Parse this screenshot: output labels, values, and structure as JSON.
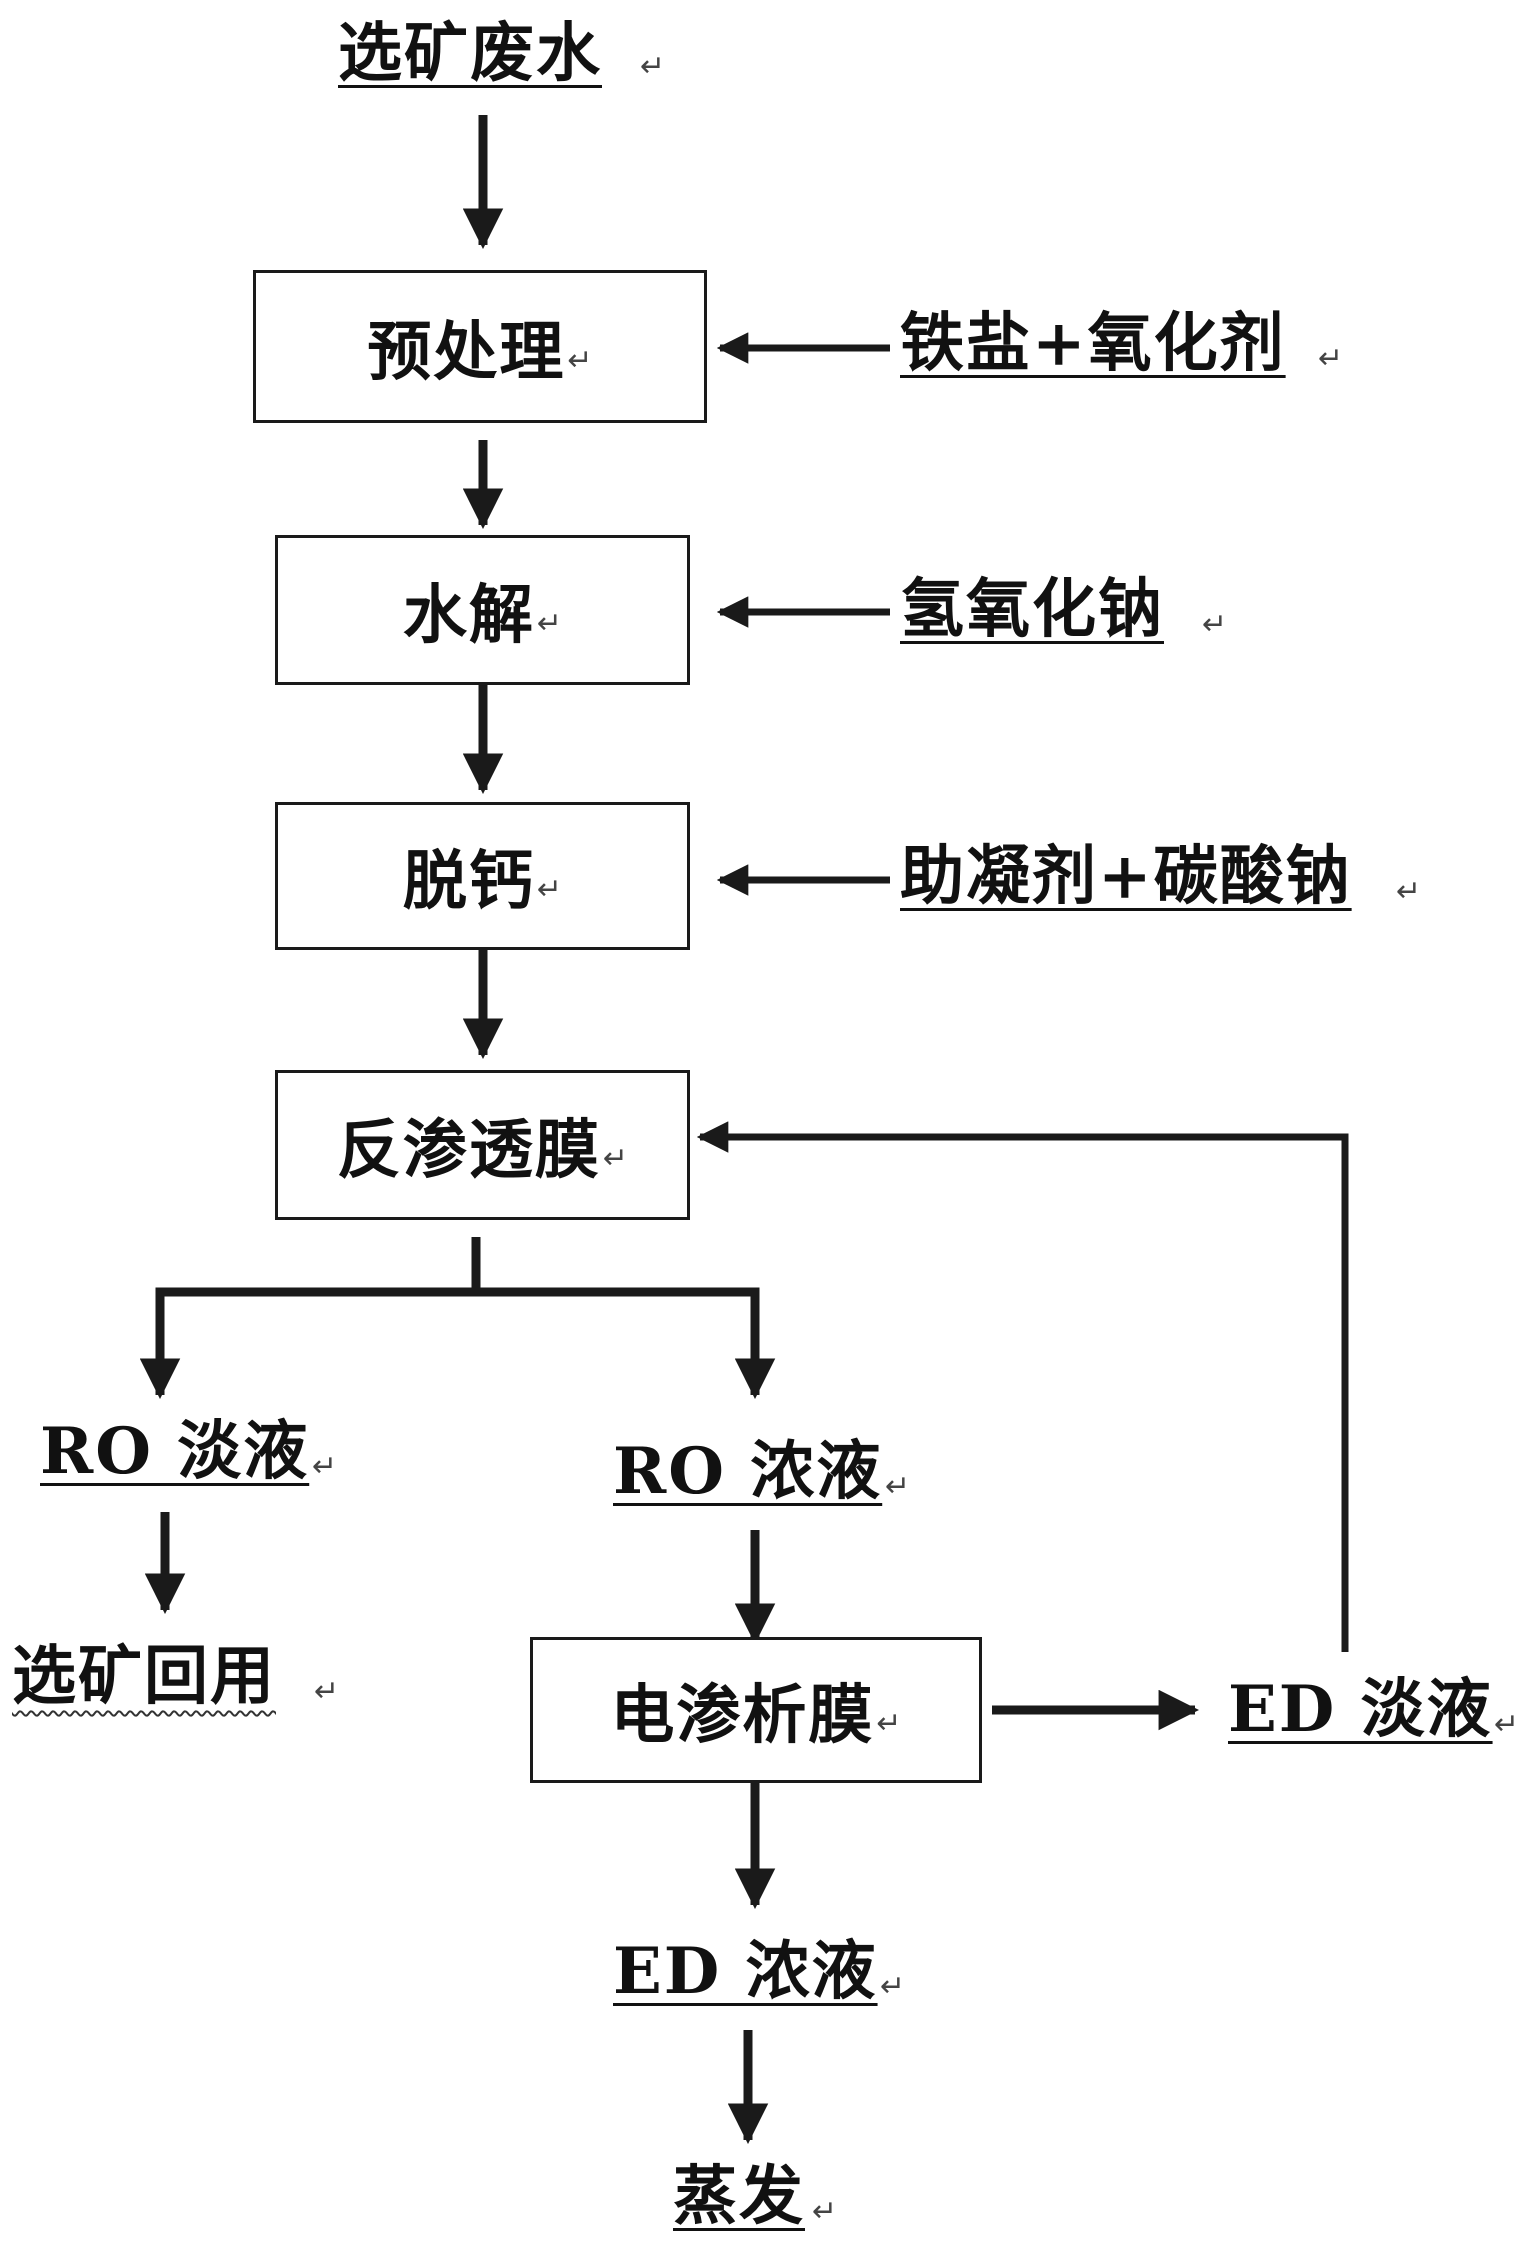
{
  "paragraph_mark": "↵",
  "nodes": {
    "wastewater": "选矿废水",
    "pretreatment": "预处理",
    "hydrolysis": "水解",
    "decalcification": "脱钙",
    "ro_membrane": "反渗透膜",
    "ro_permeate": "RO 淡液",
    "ro_concentrate": "RO 浓液",
    "beneficiation_reuse": "选矿回用",
    "ed_membrane": "电渗析膜",
    "ed_dilute": "ED 淡液",
    "ed_concentrate": "ED 浓液",
    "evaporation": "蒸发"
  },
  "reagents": {
    "pretreatment": "铁盐+氧化剂",
    "hydrolysis": "氢氧化钠",
    "decalcification": "助凝剂+碳酸钠"
  }
}
